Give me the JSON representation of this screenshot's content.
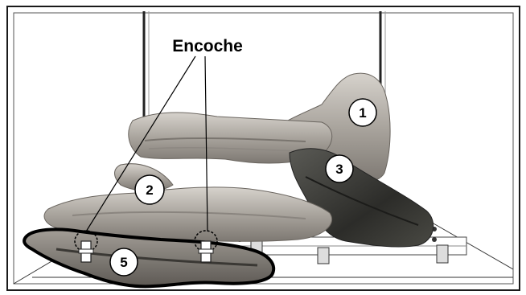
{
  "callout": {
    "text": "Encoche"
  },
  "markers": [
    {
      "id": "1",
      "label": "1"
    },
    {
      "id": "2",
      "label": "2"
    },
    {
      "id": "3",
      "label": "3"
    },
    {
      "id": "5",
      "label": "5"
    }
  ],
  "colors": {
    "frame": "#1a1a1a",
    "log_light": "#b9b4ad",
    "log_mid": "#8f8a84",
    "log_dark": "#3b3b38",
    "outline_log5": "#000000",
    "marker_fill": "#ffffff",
    "marker_stroke": "#000000"
  }
}
